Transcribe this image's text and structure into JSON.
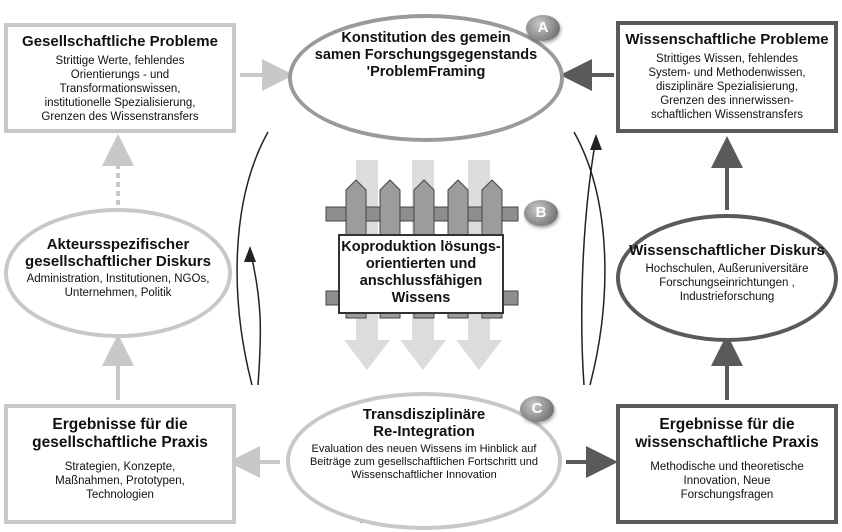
{
  "top_left": {
    "title": "Gesellschaftliche Probleme",
    "lines": [
      "Strittige Werte, fehlendes",
      "Orientierungs - und",
      "Transformationswissen,",
      "institutionelle Spezialisierung,",
      "Grenzen des Wissenstransfers"
    ]
  },
  "top_center": {
    "lines": [
      "Konstitution des gemein",
      "samen Forschungsgegenstands",
      "'ProblemFraming"
    ],
    "badge": "A"
  },
  "top_right": {
    "title": "Wissenschaftliche Probleme",
    "lines": [
      "Strittiges Wissen, fehlendes",
      "System- und Methodenwissen,",
      "disziplinäre Spezialisierung,",
      "Grenzen des innerwissen-",
      "schaftlichen Wissenstransfers"
    ]
  },
  "middle_left": {
    "title_lines": [
      "Akteursspezifischer",
      "gesellschaftlicher Diskurs"
    ],
    "lines": [
      "Administration, Institutionen, NGOs,",
      "Unternehmen, Politik"
    ]
  },
  "middle_center": {
    "lines": [
      "Koproduktion lösungs-",
      "orientierten und",
      "anschlussfähigen",
      "Wissens"
    ],
    "badge": "B"
  },
  "middle_right": {
    "title": "Wissenschaftlicher Diskurs",
    "lines": [
      "Hochschulen, Außeruniversitäre",
      "Forschungseinrichtungen ,",
      "Industrieforschung"
    ]
  },
  "bottom_left": {
    "title_lines": [
      "Ergebnisse für die",
      "gesellschaftliche Praxis"
    ],
    "lines": [
      "Strategien, Konzepte,",
      "Maßnahmen, Prototypen,",
      "Technologien"
    ]
  },
  "bottom_center": {
    "title_lines": [
      "Transdisziplinäre",
      "Re-Integration"
    ],
    "lines": [
      "Evaluation des neuen Wissens im Hinblick auf",
      "Beiträge zum gesellschaftlichen Fortschritt und",
      "Wissenschaftlicher Innovation"
    ],
    "badge": "C"
  },
  "bottom_right": {
    "title_lines": [
      "Ergebnisse für die",
      "wissenschaftliche Praxis"
    ],
    "lines": [
      "Methodische und theoretische",
      "Innovation, Neue",
      "Forschungsfragen"
    ]
  },
  "colors": {
    "light": "#c8c8c8",
    "mid": "#9a9a9a",
    "dark": "#5a5a5a"
  }
}
